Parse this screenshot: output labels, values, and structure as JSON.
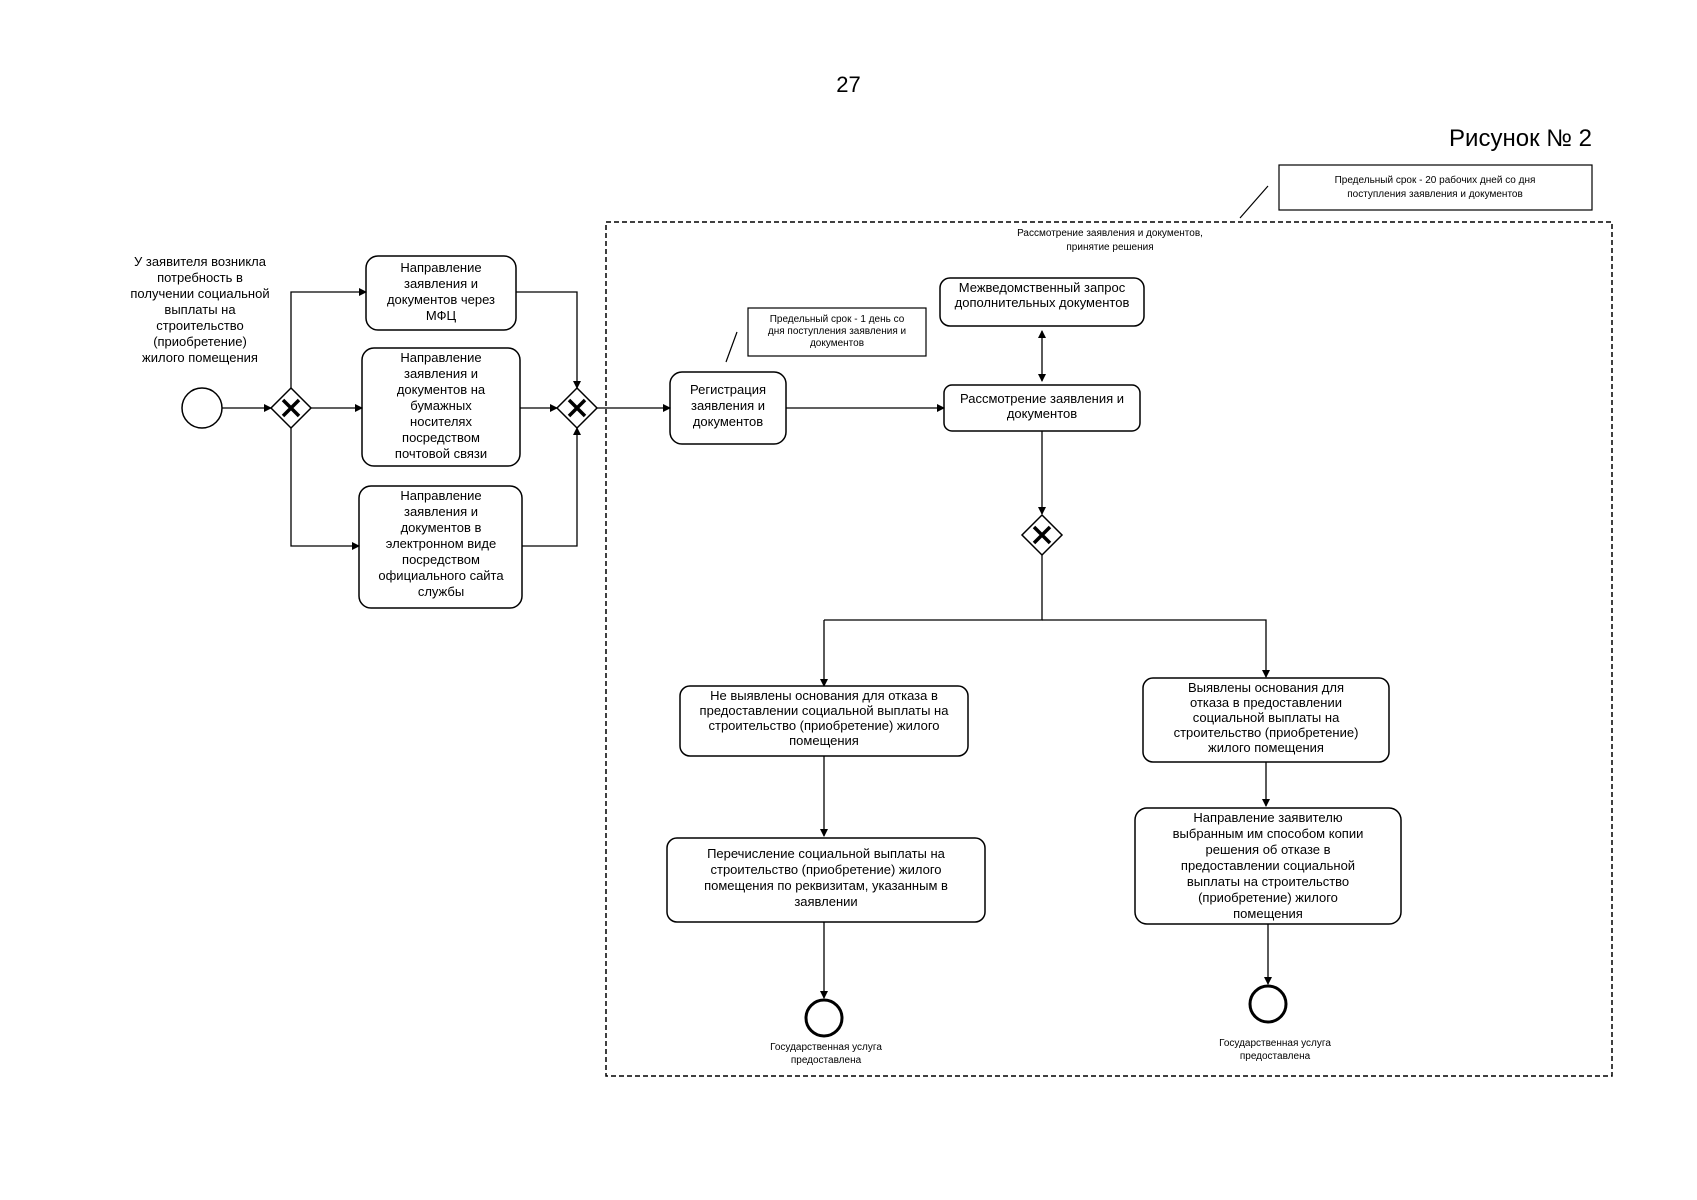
{
  "page_number": "27",
  "figure_caption": "Рисунок № 2",
  "start_label": "У заявителя возникла потребность в получении социальной выплаты на строительство (приобретение) жилого помещения",
  "channels": {
    "mfc": "Направление заявления и документов через МФЦ",
    "mail": "Направление заявления и документов на бумажных носителях посредством почтовой связи",
    "electronic": "Направление заявления и документов в электронном виде посредством официального сайта службы"
  },
  "register_task": "Регистрация заявления и документов",
  "register_note": "Предельный срок - 1 день со дня поступления заявления и документов",
  "pool_label": "Рассмотрение заявления и документов, принятие решения",
  "pool_note": "Предельный срок - 20 рабочих дней со дня поступления заявления и документов",
  "interagency_request": "Межведомственный запрос дополнительных документов",
  "review_task": "Рассмотрение заявления и документов",
  "no_grounds": "Не выявлены основания для отказа в предоставлении социальной выплаты на строительство (приобретение) жилого помещения",
  "grounds_found": "Выявлены основания для отказа в предоставлении социальной выплаты на строительство (приобретение) жилого помещения",
  "transfer_task": "Перечисление социальной выплаты на строительство (приобретение) жилого помещения по реквизитам, указанным в заявлении",
  "refusal_task": "Направление заявителю выбранным им способом копии решения об отказе в предоставлении социальной выплаты на строительство (приобретение) жилого помещения",
  "end_label_left": "Государственная услуга предоставлена",
  "end_label_right": "Государственная услуга предоставлена"
}
